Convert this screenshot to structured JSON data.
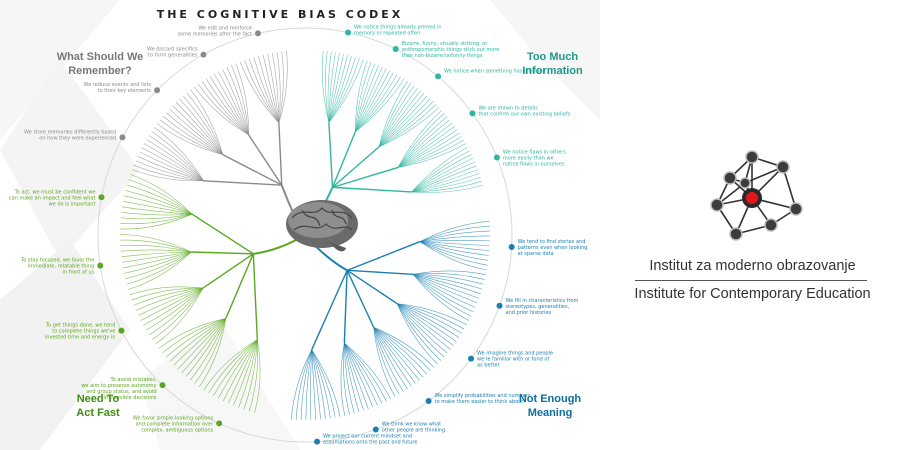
{
  "title": "THE COGNITIVE BIAS CODEX",
  "quadrants": {
    "remember": "What Should We\nRemember?",
    "too_much": "Too Much\nInformation",
    "act_fast": "Need To\nAct Fast",
    "meaning": "Not Enough\nMeaning"
  },
  "branch_labels": {
    "remember": [
      "We store memories differently based\non how they were experienced",
      "We reduce events and lists\nto their key elements",
      "We discard specifics\nto form generalities",
      "We edit and reinforce\nsome memories after the fact"
    ],
    "too_much": [
      "We notice things already primed in\nmemory or repeated often",
      "Bizarre, funny, visually striking, or\nanthropomorphic things stick out more\nthan non-bizarre/unfunny things",
      "We notice when something has changed",
      "We are drawn to details\nthat confirm our own existing beliefs",
      "We notice flaws in others\nmore easily than we\nnotice flaws in ourselves"
    ],
    "meaning": [
      "We tend to find stories and\npatterns even when looking\nat sparse data",
      "We fill in characteristics from\nstereotypes, generalities,\nand prior histories",
      "We imagine things and people\nwe're familiar with or fond of\nas better",
      "We simplify probabilities and numbers\nto make them easier to think about",
      "We think we know what\nother people are thinking",
      "We project our current mindset and\nassumptions onto the past and future"
    ],
    "act_fast": [
      "We favor simple-looking options\nand complete information over\ncomplex, ambiguous options",
      "To avoid mistakes,\nwe aim to preserve autonomy\nand group status, and avoid\nirreversible decisions",
      "To get things done, we tend\nto complete things we've\ninvested time and energy in",
      "To stay focused, we favor the\nimmediate, relatable thing\nin front of us",
      "To act, we must be confident we\ncan make an impact and feel what\nwe do is important"
    ]
  },
  "organization": {
    "name_sr": "Institut za moderno obrazovanje",
    "name_en": "Institute for Contemporary Education"
  },
  "colors": {
    "remember": "#8a8a8a",
    "too_much": "#2fb5a0",
    "meaning": "#1a7fb0",
    "act_fast": "#5aa81f",
    "logo_accent": "#e3171b",
    "logo_node": "#444444"
  }
}
